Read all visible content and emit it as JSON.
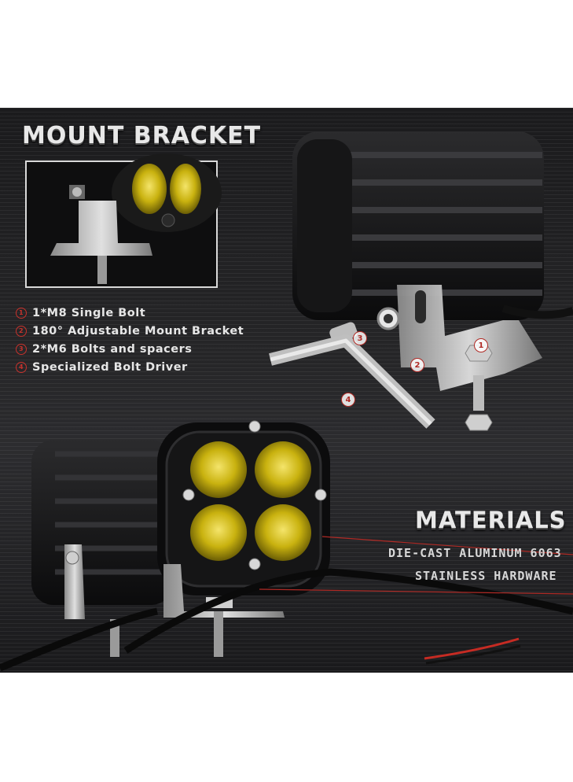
{
  "headings": {
    "mount_bracket": "MOUNT BRACKET",
    "materials": "MATERIALS"
  },
  "features": [
    {
      "num": "1",
      "label": "1*M8 Single Bolt"
    },
    {
      "num": "2",
      "label": "180° Adjustable Mount Bracket"
    },
    {
      "num": "3",
      "label": "2*M6 Bolts and spacers"
    },
    {
      "num": "4",
      "label": "Specialized Bolt Driver"
    }
  ],
  "specs": {
    "line1": "DIE-CAST ALUMINUM 6063",
    "line2": "STAINLESS HARDWARE"
  },
  "callouts": [
    "1",
    "2",
    "3",
    "4"
  ],
  "colors": {
    "background": "#1f1f21",
    "lens_yellow": "#c9b20f",
    "accent_red": "#c8322c",
    "heading_text": "#e8e8e8"
  }
}
